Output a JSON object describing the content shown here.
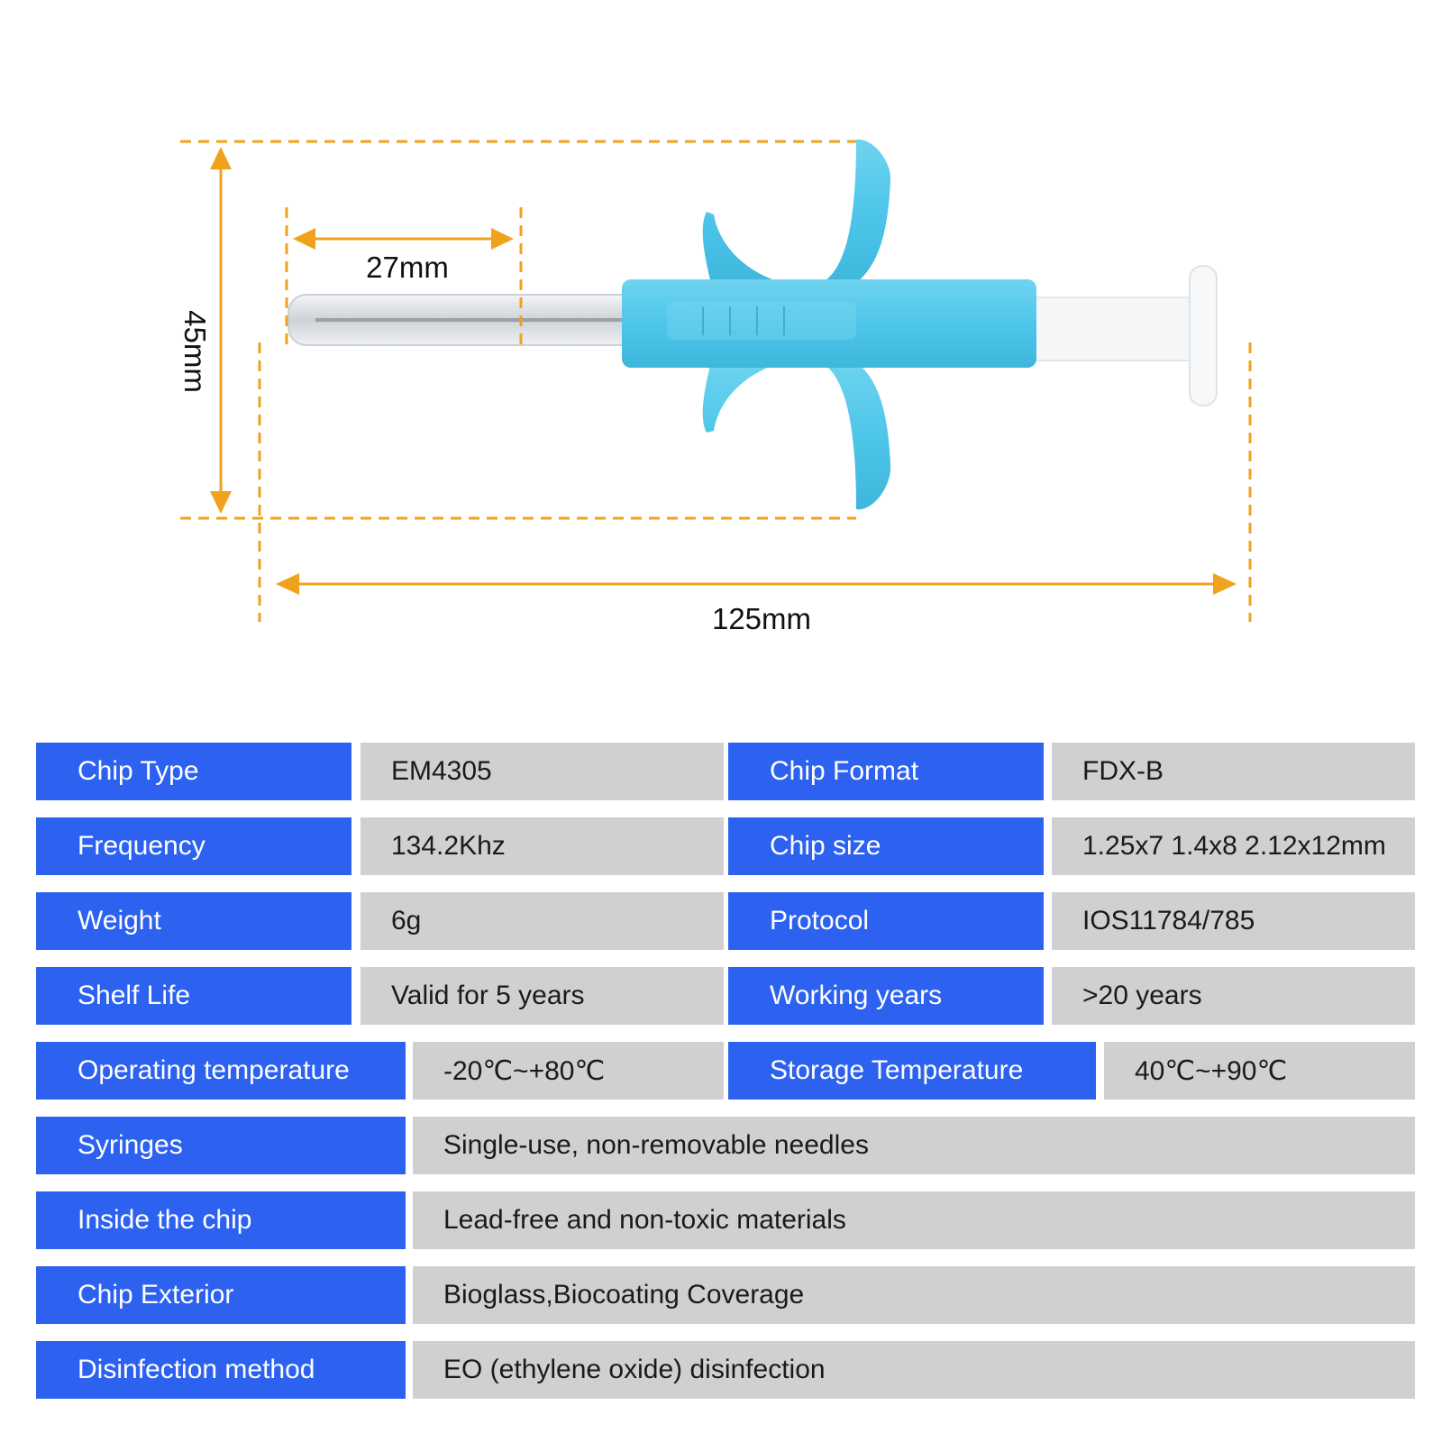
{
  "dimensions": {
    "height": "45mm",
    "needle_length": "27mm",
    "total_length": "125mm"
  },
  "colors": {
    "dimension_line": "#f0a21c",
    "syringe_body": "#4ec6ea",
    "plunger": "#f4f6f8",
    "label_bg": "#2d62f0",
    "value_bg": "#d0d0d3"
  },
  "specs": {
    "chip_type": {
      "label": "Chip Type",
      "value": "EM4305"
    },
    "chip_format": {
      "label": "Chip Format",
      "value": "FDX-B"
    },
    "frequency": {
      "label": "Frequency",
      "value": "134.2Khz"
    },
    "chip_size": {
      "label": "Chip size",
      "value": "1.25x7 1.4x8  2.12x12mm"
    },
    "weight": {
      "label": "Weight",
      "value": "6g"
    },
    "protocol": {
      "label": "Protocol",
      "value": "IOS11784/785"
    },
    "shelf_life": {
      "label": "Shelf Life",
      "value": "Valid for 5 years"
    },
    "working_years": {
      "label": "Working years",
      "value": ">20 years"
    },
    "operating_temperature": {
      "label": "Operating temperature",
      "value": "-20℃~+80℃"
    },
    "storage_temperature": {
      "label": "Storage Temperature",
      "value": "40℃~+90℃"
    },
    "syringes": {
      "label": "Syringes",
      "value": "Single-use, non-removable needles"
    },
    "inside_chip": {
      "label": "Inside the chip",
      "value": "Lead-free and non-toxic materials"
    },
    "chip_exterior": {
      "label": "Chip Exterior",
      "value": "Bioglass,Biocoating Coverage"
    },
    "disinfection": {
      "label": "Disinfection method",
      "value": "EO (ethylene oxide) disinfection"
    }
  }
}
